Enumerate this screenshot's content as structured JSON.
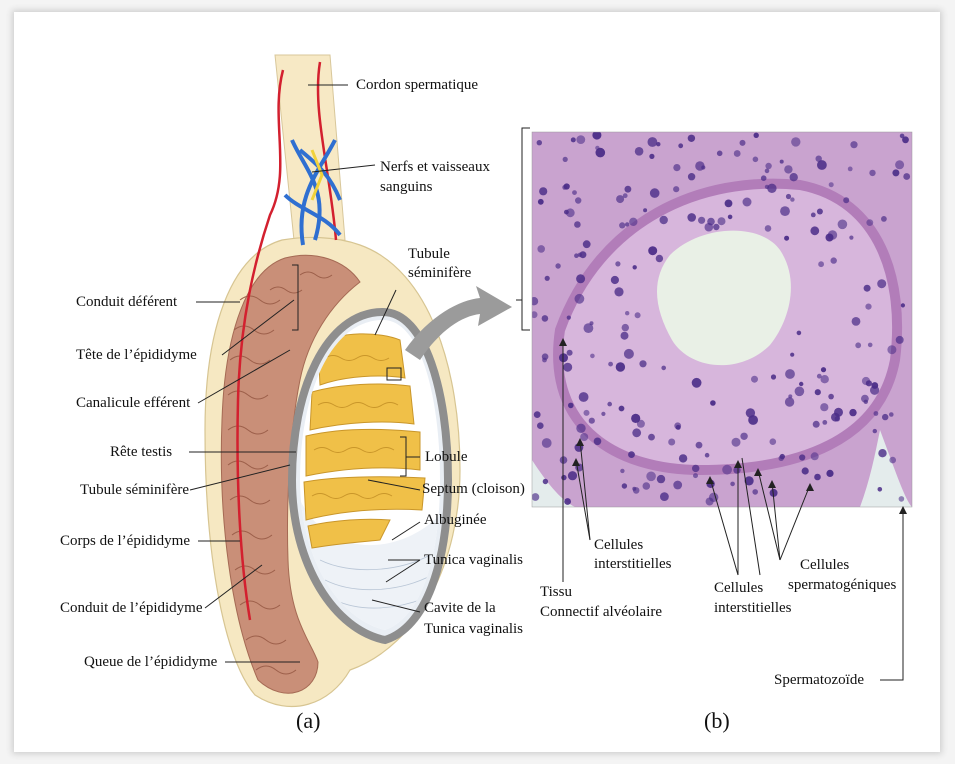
{
  "panel_a": {
    "caption": "(a)",
    "labels": {
      "cordon_spermatique": "Cordon spermatique",
      "nerfs_l1": "Nerfs et vaisseaux",
      "nerfs_l2": "sanguins",
      "tubule_r_l1": "Tubule",
      "tubule_r_l2": "séminifère",
      "conduit_deferent": "Conduit déférent",
      "tete_epididyme": "Tête de l’épididyme",
      "canalicule_efferent": "Canalicule efférent",
      "rete_testis": "Rête testis",
      "lobule": "Lobule",
      "tubule_l": "Tubule séminifère",
      "septum": "Septum (cloison)",
      "albuginee": "Albuginée",
      "corps_epididyme": "Corps de l’épididyme",
      "tunica_vaginalis": "Tunica vaginalis",
      "conduit_epididyme": "Conduit  de l’épididyme",
      "cavite_l1": "Cavite de la",
      "cavite_l2": "Tunica vaginalis",
      "queue_epididyme": "Queue de l’épididyme"
    }
  },
  "panel_b": {
    "caption": "(b)",
    "labels": {
      "tissu_l1": "Tissu",
      "tissu_l2": "Connectif alvéolaire",
      "cell_int_a_l1": "Cellules",
      "cell_int_a_l2": "interstitielles",
      "cell_int_b_l1": "Cellules",
      "cell_int_b_l2": "interstitielles",
      "cell_sperm_l1": "Cellules",
      "cell_sperm_l2": "spermatogéniques",
      "spermatozoide": "Spermatozoïde"
    }
  },
  "colors": {
    "epididymis": "#c98f78",
    "tubules": "#f0c048",
    "capsule": "#9a9a9a",
    "vessel_red": "#d3202f",
    "vessel_blue": "#2f6fd1",
    "tissue_pink": "#c9a3cf",
    "nuclei": "#4b2d88",
    "lumen": "#e9f0e6"
  }
}
